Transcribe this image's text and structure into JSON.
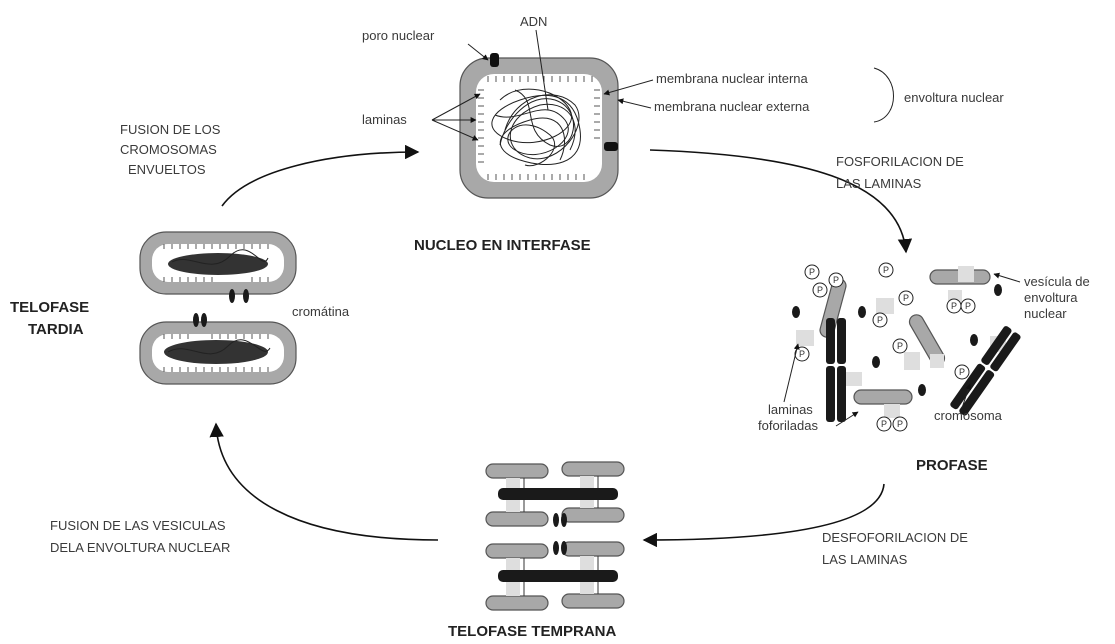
{
  "nucleus": {
    "title": "NUCLEO EN INTERFASE",
    "dna_label": "ADN",
    "pore_label": "poro nuclear",
    "laminas_label": "laminas",
    "inner_membrane_label": "membrana nuclear interna",
    "outer_membrane_label": "membrana nuclear externa",
    "envelope_label": "envoltura nuclear"
  },
  "fosforilacion": {
    "line1": "FOSFORILACION DE",
    "line2": "LAS LAMINAS"
  },
  "profase": {
    "title": "PROFASE",
    "vesicle_label": {
      "line1": "vesícula de",
      "line2": "envoltura",
      "line3": "nuclear"
    },
    "phospho_laminas_label": {
      "line1": "laminas",
      "line2": "foforiladas"
    },
    "chromosome_label": "cromosoma",
    "phosphate_symbol": "P"
  },
  "desfosforilacion": {
    "line1": "DESFOFORILACION DE",
    "line2": "LAS LAMINAS"
  },
  "telofase_temprana": {
    "title": "TELOFASE TEMPRANA"
  },
  "fusion_vesiculas": {
    "line1": "FUSION DE LAS VESICULAS",
    "line2": "DELA ENVOLTURA NUCLEAR"
  },
  "telofase_tardia": {
    "line1": "TELOFASE",
    "line2": "TARDIA",
    "chromatin_label": "cromátina"
  },
  "fusion_cromosomas": {
    "line1": "FUSION DE LOS",
    "line2": "CROMOSOMAS",
    "line3": "ENVUELTOS"
  }
}
